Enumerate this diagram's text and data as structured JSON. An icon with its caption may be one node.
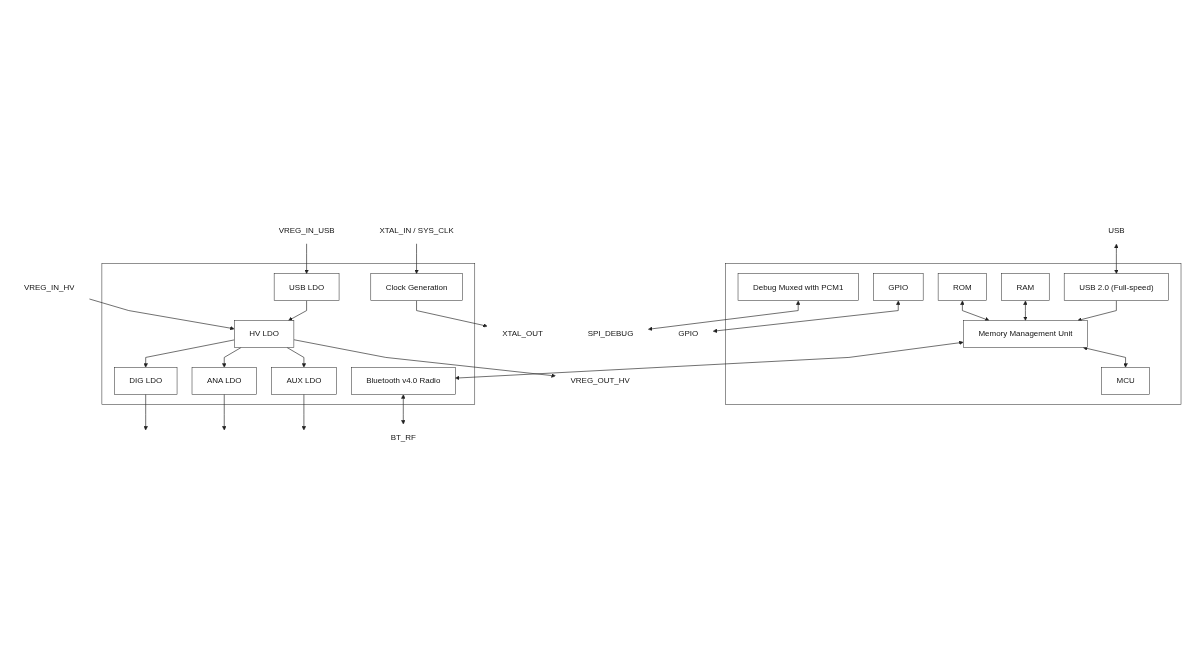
{
  "diagram": {
    "nodes": [
      {
        "text": [
          "USB"
        ]
      },
      {
        "text": [
          "XTAL_IN / SYS_CLK"
        ]
      },
      {
        "text": [
          "XTAL_OUT"
        ]
      },
      {
        "text": [],
        "shape": "box"
      },
      {
        "text": [
          "USB 2.0 (Full-speed)"
        ],
        "in": 3
      },
      {
        "text": [],
        "shape": "box"
      },
      {
        "text": [
          "Clock Generation"
        ],
        "in": 5
      },
      {
        "text": [
          "RAM"
        ],
        "in": 3
      },
      {
        "text": [
          "Memory Management Unit"
        ],
        "in": 3
      },
      {
        "text": [
          "Bluetooth v4.0 Radio"
        ],
        "in": 5
      },
      {
        "text": [
          "BT_RF"
        ]
      },
      {
        "text": [
          "ROM"
        ],
        "in": 3
      },
      {
        "text": [
          "MCU"
        ],
        "in": 3
      },
      {
        "text": [
          "Debug Muxed with PCM1"
        ],
        "in": 3
      },
      {
        "text": [
          "GPIO"
        ],
        "in": 3
      },
      {
        "text": [
          "DIG LDO"
        ],
        "in": 5
      },
      {
        "text": [
          "ANA LDO"
        ],
        "in": 5
      },
      {
        "text": [
          "AUX LDO"
        ],
        "in": 5
      },
      {
        "text": [
          "HV LDO"
        ],
        "in": 5
      },
      {
        "text": [
          "USB LDO"
        ],
        "in": 5
      },
      {
        "text": [
          "VREG_IN_USB"
        ]
      },
      {
        "text": [
          "SPI_DEBUG"
        ]
      },
      {
        "text": [
          "GPIO"
        ]
      },
      {
        "text": [
          "VREG_OUT_HV"
        ]
      },
      {
        "text": [
          "VREG_IN_HV"
        ]
      }
    ],
    "edges": [
      {
        "from": 0,
        "to": 4,
        "arrow": "both"
      },
      {
        "from": 1,
        "to": 6,
        "arrow": "to"
      },
      {
        "from": 6,
        "to": 2,
        "arrow": "to"
      },
      {
        "from": 4,
        "to": 8,
        "arrow": "to"
      },
      {
        "from": 7,
        "to": 8,
        "arrow": "both"
      },
      {
        "from": 11,
        "to": 8,
        "arrow": "both"
      },
      {
        "from": 8,
        "to": 12,
        "arrow": "both"
      },
      {
        "from": 8,
        "to": 9,
        "arrow": "both"
      },
      {
        "from": 9,
        "to": 10,
        "arrow": "both"
      },
      {
        "from": 13,
        "to": 21,
        "arrow": "both"
      },
      {
        "from": 14,
        "to": 22,
        "arrow": "both"
      },
      {
        "from": 20,
        "to": 19,
        "arrow": "to"
      },
      {
        "from": 15,
        "to": null,
        "arrow": "to"
      },
      {
        "from": 16,
        "to": null,
        "arrow": "to"
      },
      {
        "from": 17,
        "to": null,
        "arrow": "to"
      },
      {
        "from": 18,
        "to": 23,
        "arrow": "to"
      },
      {
        "from": 18,
        "to": 15,
        "arrow": "to"
      },
      {
        "from": 18,
        "to": 16,
        "arrow": "to"
      },
      {
        "from": 18,
        "to": 17,
        "arrow": "to"
      },
      {
        "from": 19,
        "to": 18,
        "arrow": "to"
      },
      {
        "from": 24,
        "to": 18,
        "arrow": "to"
      }
    ]
  }
}
